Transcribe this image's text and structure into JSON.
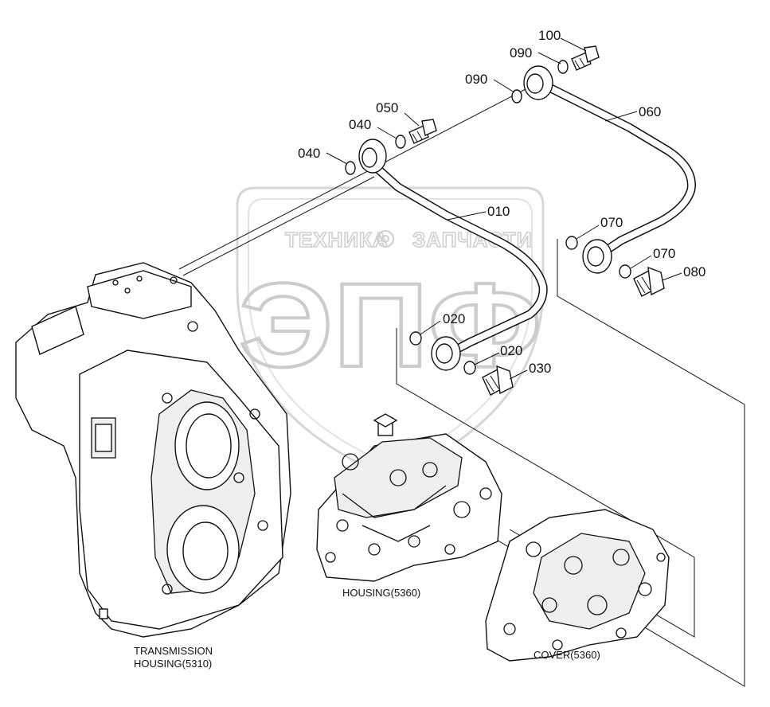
{
  "watermark": {
    "top_line_left": "ТЕХНИКА",
    "top_line_right": "ЗАПЧАСТИ",
    "logo_text": "ЭПФ"
  },
  "callouts": [
    {
      "id": "100",
      "text": "100"
    },
    {
      "id": "090a",
      "text": "090"
    },
    {
      "id": "090b",
      "text": "090"
    },
    {
      "id": "060",
      "text": "060"
    },
    {
      "id": "050",
      "text": "050"
    },
    {
      "id": "040a",
      "text": "040"
    },
    {
      "id": "040b",
      "text": "040"
    },
    {
      "id": "010",
      "text": "010"
    },
    {
      "id": "070a",
      "text": "070"
    },
    {
      "id": "070b",
      "text": "070"
    },
    {
      "id": "080",
      "text": "080"
    },
    {
      "id": "020a",
      "text": "020"
    },
    {
      "id": "020b",
      "text": "020"
    },
    {
      "id": "030",
      "text": "030"
    }
  ],
  "groups": {
    "transmission_line1": "TRANSMISSION",
    "transmission_line2": "HOUSING(5310)",
    "housing": "HOUSING(5360)",
    "cover": "COVER(5360)"
  }
}
